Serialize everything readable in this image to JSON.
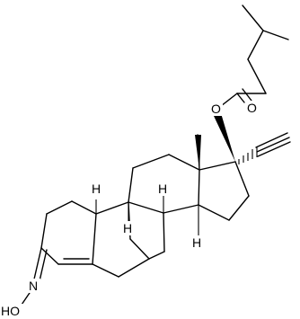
{
  "atom_labels": {
    "ester_oxygen": "O",
    "carbonyl_oxygen": "O",
    "h_c9": "H",
    "h_c8": "H",
    "h_c14": "H",
    "h_c10": "H",
    "oxime_nitrogen": "N",
    "hydroxyl": "HO"
  }
}
